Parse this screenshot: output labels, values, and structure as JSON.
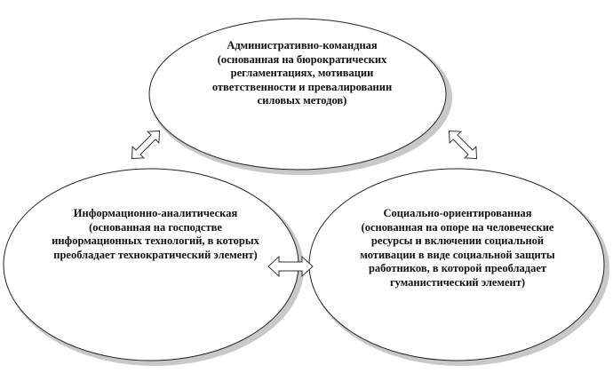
{
  "nodes": {
    "top": {
      "title": "Административно-командная",
      "desc": "(основанная на бюрократических регламентациях, мотивации ответственности и превалировании силовых методов)"
    },
    "left": {
      "title": "Информационно-аналитическая",
      "desc": "(основанная на господстве информационных технологий, в которых преобладает технократический элемент)"
    },
    "right": {
      "title": "Социально-ориентированная",
      "desc": "(основанная на опоре на человеческие ресурсы и включении социальной мотивации в виде социальной защиты работников, в которой преобладает гуманистический элемент)"
    }
  },
  "colors": {
    "ellipse_stroke": "#222222",
    "shadow": "#9a9a9a",
    "arrow_fill": "#ffffff",
    "arrow_stroke": "#333333"
  }
}
